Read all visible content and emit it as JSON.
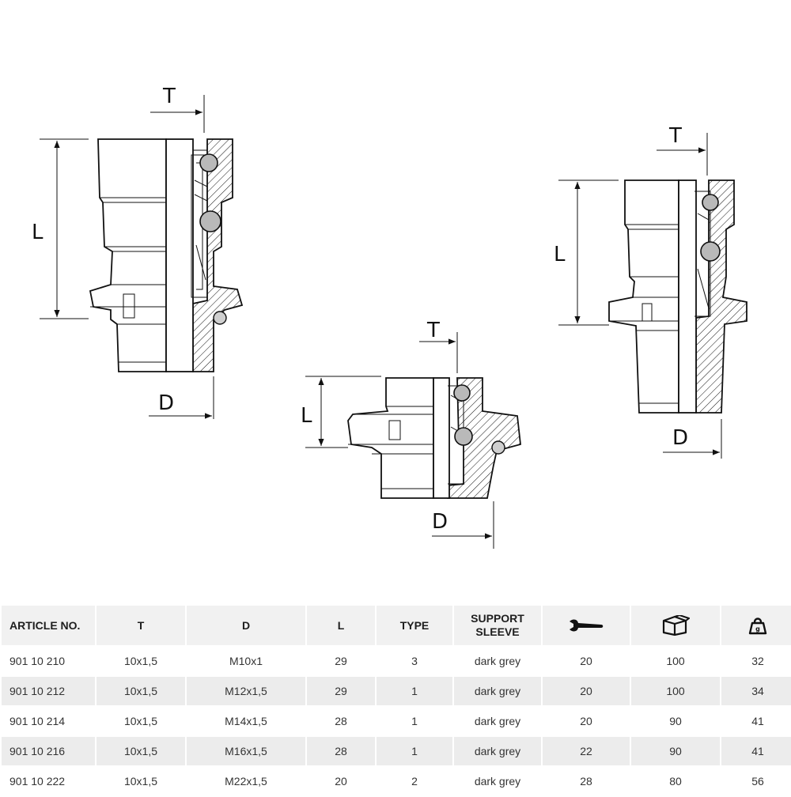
{
  "dimensions": {
    "T": "T",
    "L": "L",
    "D": "D"
  },
  "table": {
    "headers": {
      "article": "ARTICLE NO.",
      "t": "T",
      "d": "D",
      "l": "L",
      "type": "TYPE",
      "sleeve_line1": "SUPPORT",
      "sleeve_line2": "SLEEVE",
      "wrench_icon": "wrench-icon",
      "box_icon": "box-icon",
      "weight_icon": "weight-icon"
    },
    "rows": [
      {
        "article": "901 10 210",
        "t": "10x1,5",
        "d": "M10x1",
        "l": "29",
        "type": "3",
        "sleeve": "dark grey",
        "wrench": "20",
        "box": "100",
        "weight": "32"
      },
      {
        "article": "901 10 212",
        "t": "10x1,5",
        "d": "M12x1,5",
        "l": "29",
        "type": "1",
        "sleeve": "dark grey",
        "wrench": "20",
        "box": "100",
        "weight": "34"
      },
      {
        "article": "901 10 214",
        "t": "10x1,5",
        "d": "M14x1,5",
        "l": "28",
        "type": "1",
        "sleeve": "dark grey",
        "wrench": "20",
        "box": "90",
        "weight": "41"
      },
      {
        "article": "901 10 216",
        "t": "10x1,5",
        "d": "M16x1,5",
        "l": "28",
        "type": "1",
        "sleeve": "dark grey",
        "wrench": "22",
        "box": "90",
        "weight": "41"
      },
      {
        "article": "901 10 222",
        "t": "10x1,5",
        "d": "M22x1,5",
        "l": "20",
        "type": "2",
        "sleeve": "dark grey",
        "wrench": "28",
        "box": "80",
        "weight": "56"
      }
    ]
  }
}
